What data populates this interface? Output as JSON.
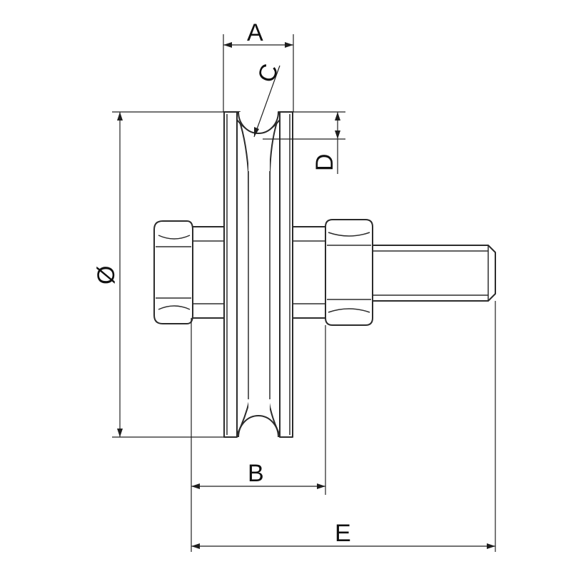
{
  "drawing": {
    "labels": {
      "a": "A",
      "b": "B",
      "c": "C",
      "d": "D",
      "e": "E",
      "diameter": "Ø"
    },
    "line_color": "#2b2b2b",
    "background": "#ffffff"
  }
}
